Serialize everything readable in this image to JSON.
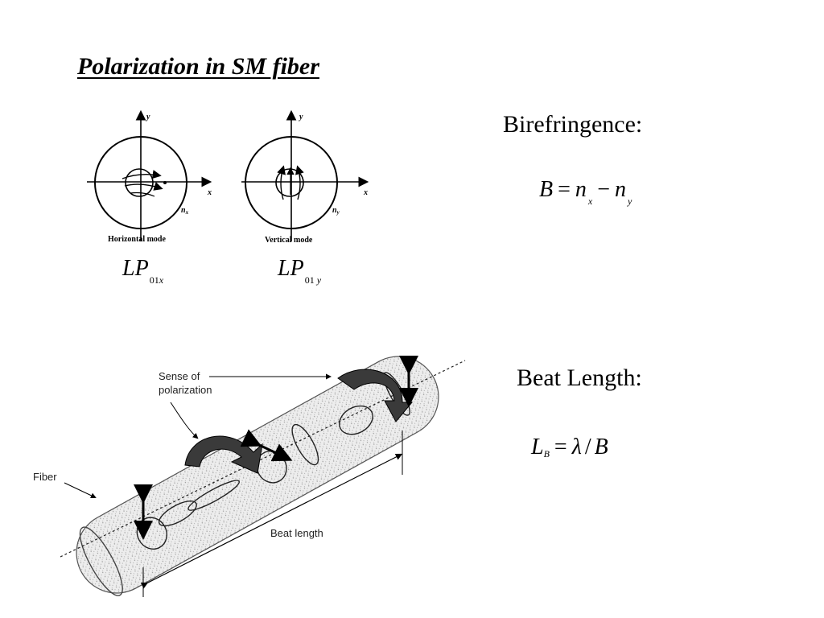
{
  "slide": {
    "title": "Polarization in SM fiber"
  },
  "modes": {
    "horizontal": {
      "caption": "Horizontal mode",
      "axis_y": "y",
      "axis_x": "x",
      "index_label": "n",
      "index_sub": "x",
      "lp_main": "LP",
      "lp_sub_num": "01",
      "lp_sub_var": "x"
    },
    "vertical": {
      "caption": "Vertical mode",
      "axis_y": "y",
      "axis_x": "x",
      "index_label": "n",
      "index_sub": "y",
      "lp_main": "LP",
      "lp_sub_num": "01",
      "lp_sub_var": "y"
    }
  },
  "birefringence": {
    "heading": "Birefringence:",
    "lhs": "B",
    "equals": "=",
    "n1": "n",
    "n1_sub": "x",
    "minus": "−",
    "n2": "n",
    "n2_sub": "y"
  },
  "beat": {
    "heading": "Beat Length:",
    "lhs": "L",
    "lhs_sub": "B",
    "equals": "=",
    "lambda": "λ",
    "slash": "/",
    "rhs": "B"
  },
  "fiber_figure": {
    "sense_label_line1": "Sense of",
    "sense_label_line2": "polarization",
    "fiber_label": "Fiber",
    "beat_length_label": "Beat length"
  },
  "colors": {
    "text": "#000000",
    "background": "#ffffff",
    "fiber_fill": "#e6e6e6",
    "arrow_dark": "#333333"
  }
}
